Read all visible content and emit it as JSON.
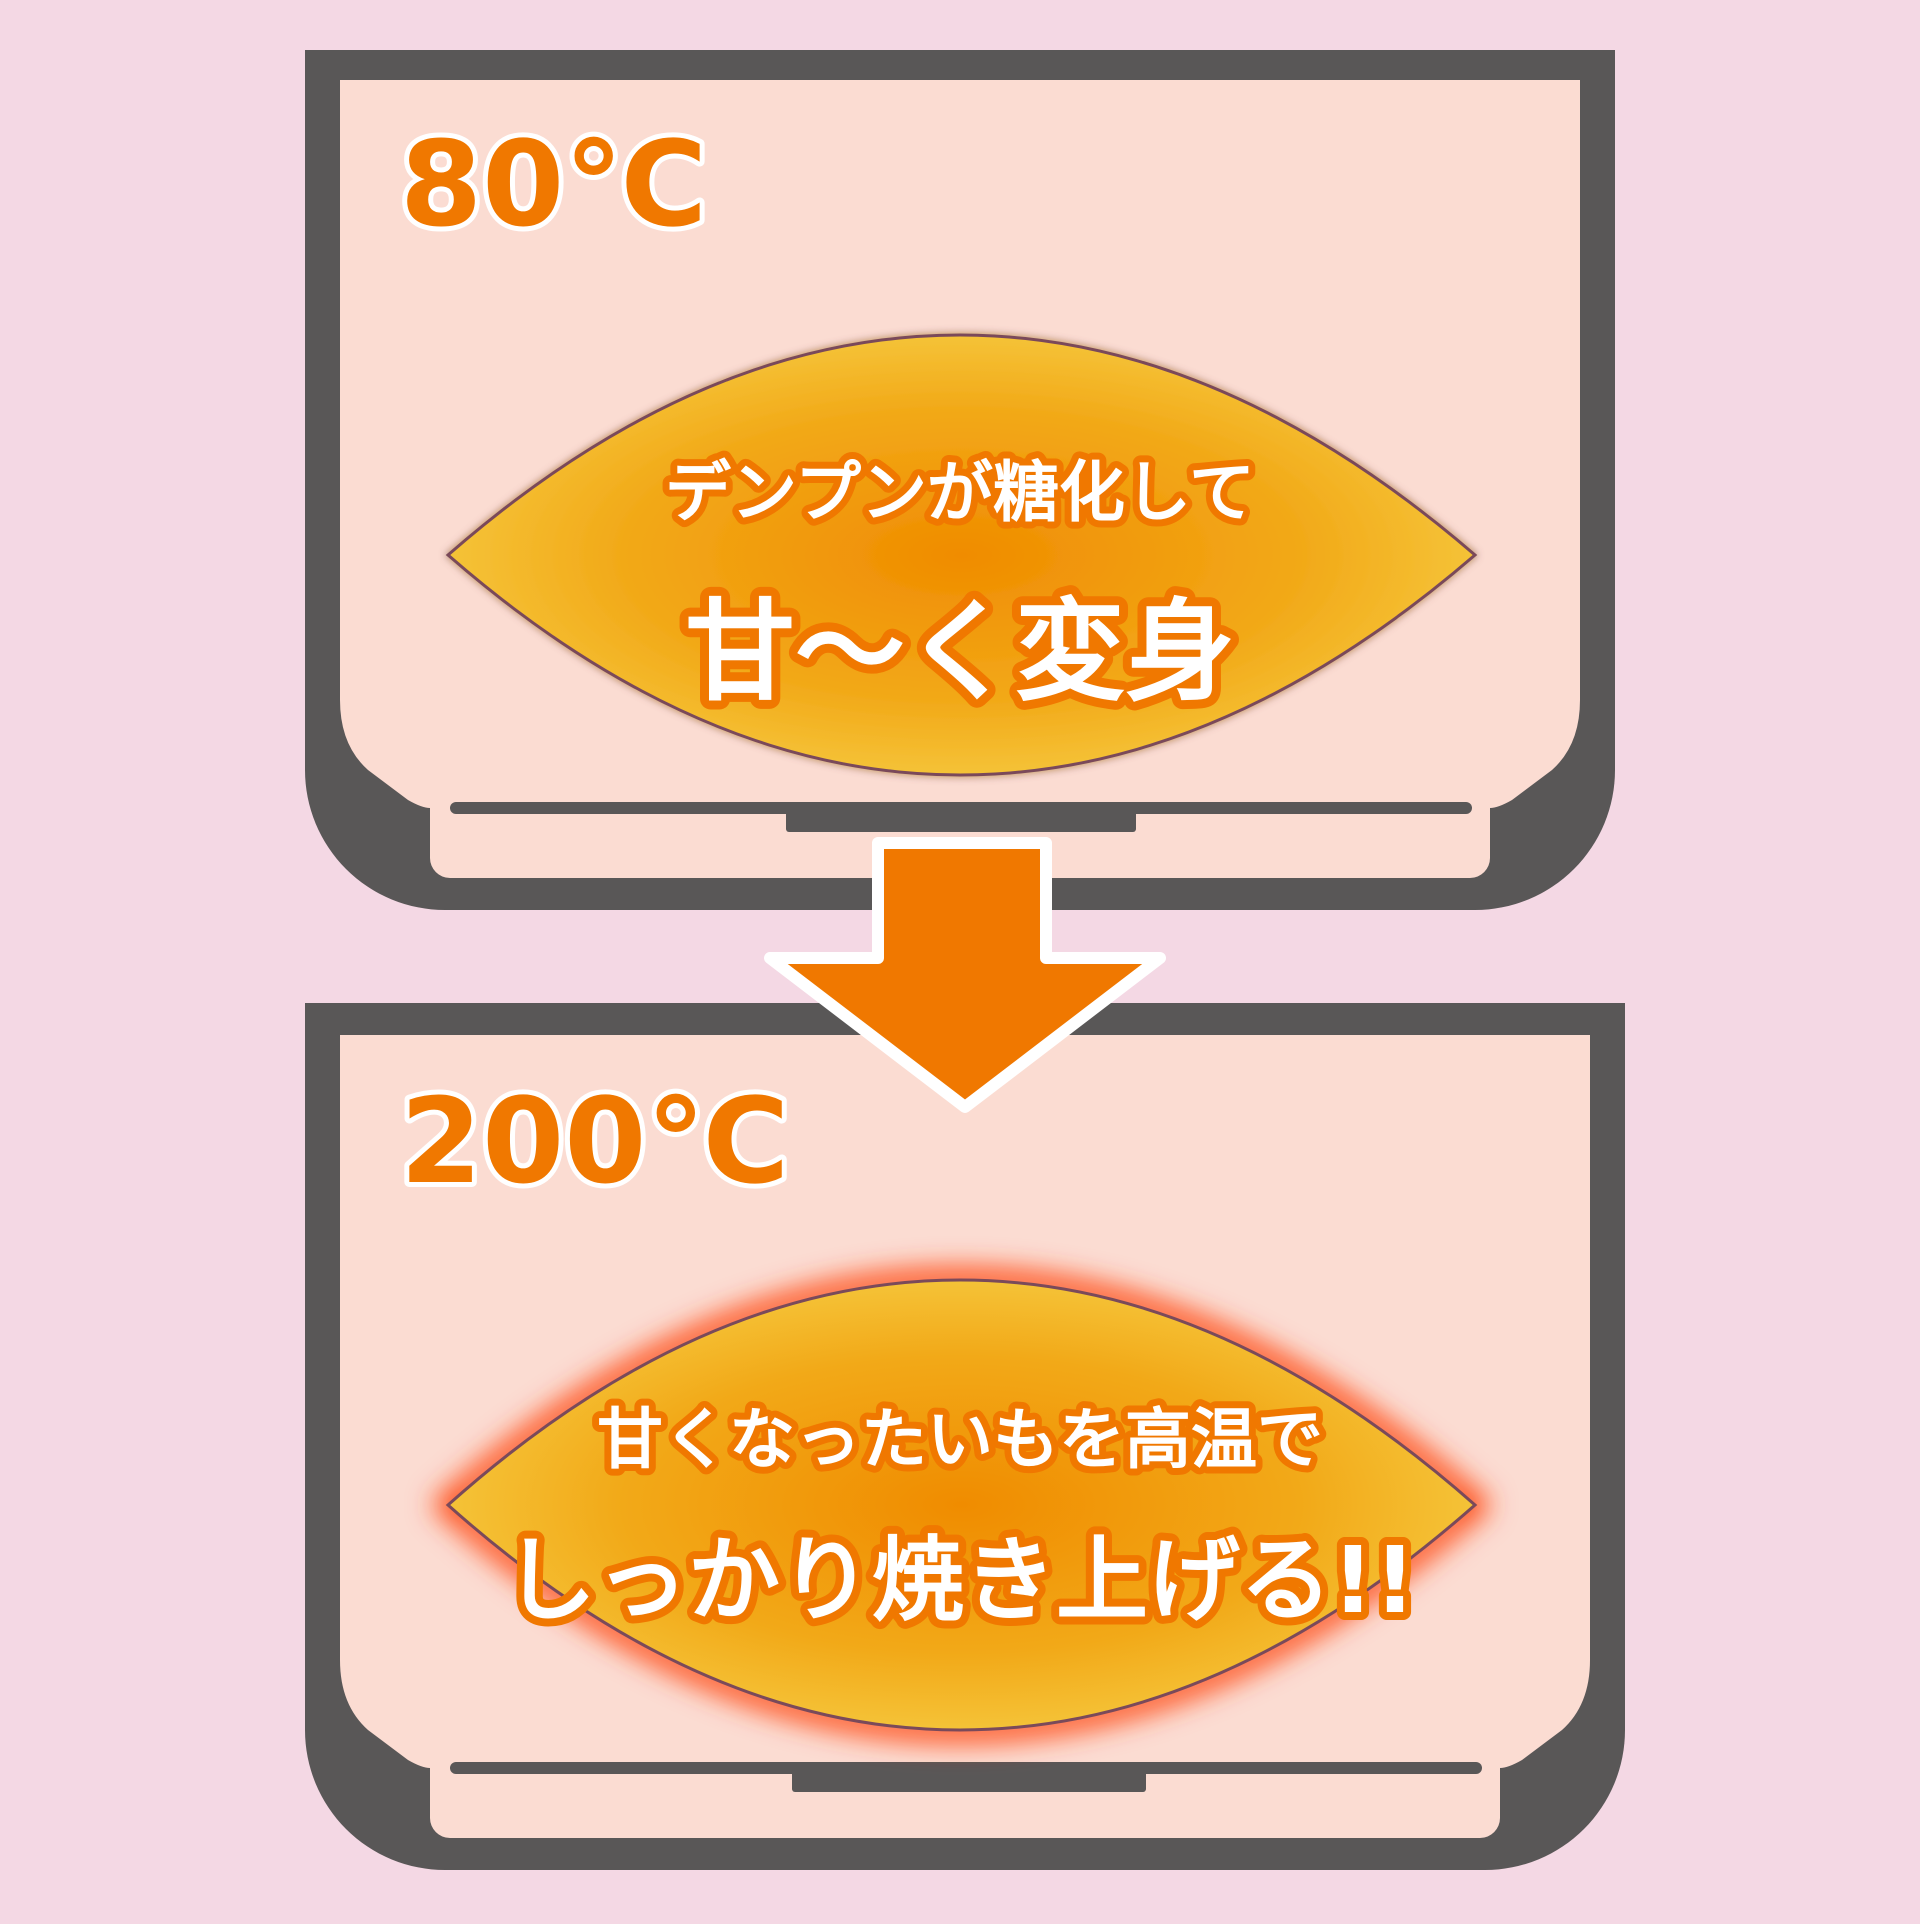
{
  "stage_top": {
    "temperature": "80℃",
    "caption_line1": "デンプンが糖化して",
    "caption_line2": "甘〜く変身"
  },
  "stage_bottom": {
    "temperature": "200℃",
    "caption_line1": "甘くなったいもを高温で",
    "caption_line2": "しっかり焼き上げる!!"
  },
  "arrow": {
    "direction": "down"
  },
  "colors": {
    "background": "#f4d8e4",
    "oven_frame": "#595757",
    "oven_interior": "#fbdcd2",
    "accent_orange": "#f07800",
    "potato_yellow": "#f4c63a",
    "heat_glow": "#ff3b00"
  }
}
